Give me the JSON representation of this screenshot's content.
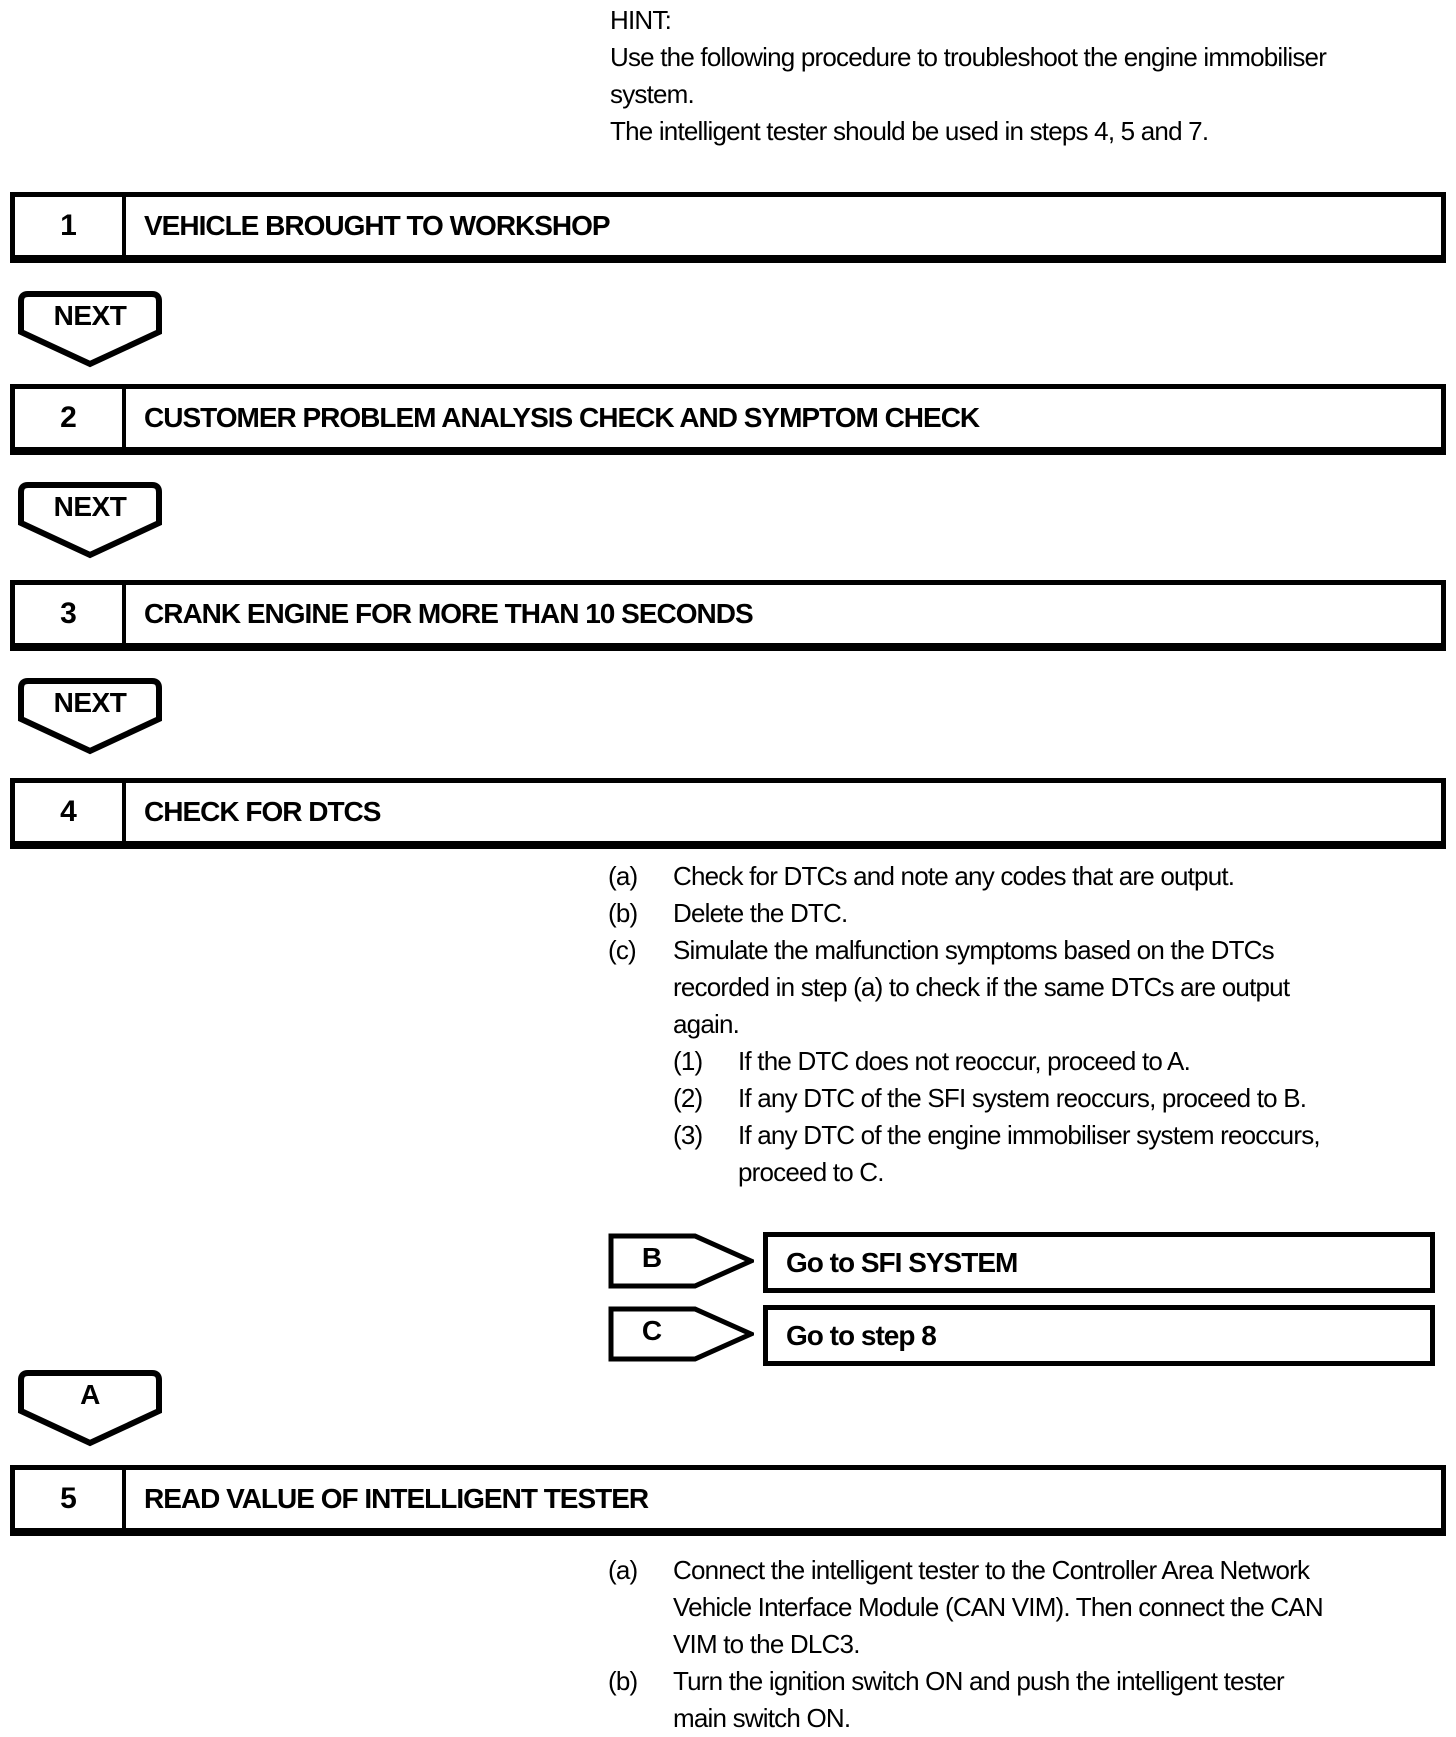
{
  "colors": {
    "ink": "#000000",
    "paper": "#ffffff"
  },
  "labels": {
    "next": "NEXT",
    "a": "A"
  },
  "hint": {
    "label": "HINT:",
    "text1": "Use the following procedure to troubleshoot the engine immobiliser system.",
    "text2": "The intelligent tester should be used in steps 4, 5 and 7."
  },
  "steps": [
    {
      "number": "1",
      "title": "VEHICLE BROUGHT TO WORKSHOP"
    },
    {
      "number": "2",
      "title": "CUSTOMER PROBLEM ANALYSIS CHECK AND SYMPTOM CHECK"
    },
    {
      "number": "3",
      "title": "CRANK ENGINE FOR MORE THAN 10 SECONDS"
    },
    {
      "number": "4",
      "title": "CHECK FOR DTCS"
    },
    {
      "number": "5",
      "title": "READ VALUE OF INTELLIGENT TESTER"
    }
  ],
  "step4_items": [
    {
      "marker": "(a)",
      "text": "Check for DTCs and note any codes that are output."
    },
    {
      "marker": "(b)",
      "text": "Delete the DTC."
    },
    {
      "marker": "(c)",
      "text": "Simulate the malfunction symptoms based on the DTCs recorded in step (a) to check if the same DTCs are output again."
    }
  ],
  "step4_subitems": [
    {
      "marker": "(1)",
      "text": "If the DTC does not reoccur, proceed to A."
    },
    {
      "marker": "(2)",
      "text": "If any DTC of the SFI system reoccurs, proceed to B."
    },
    {
      "marker": "(3)",
      "text": "If any DTC of the engine immobiliser system reoccurs, proceed to C."
    }
  ],
  "branches": [
    {
      "label": "B",
      "action": "Go to SFI SYSTEM"
    },
    {
      "label": "C",
      "action": "Go to step 8"
    }
  ],
  "step5_items": [
    {
      "marker": "(a)",
      "text": "Connect the intelligent tester to the Controller Area Network Vehicle Interface Module (CAN VIM). Then connect the CAN VIM to the DLC3."
    },
    {
      "marker": "(b)",
      "text": "Turn the ignition switch ON and push the intelligent tester main switch ON."
    }
  ]
}
